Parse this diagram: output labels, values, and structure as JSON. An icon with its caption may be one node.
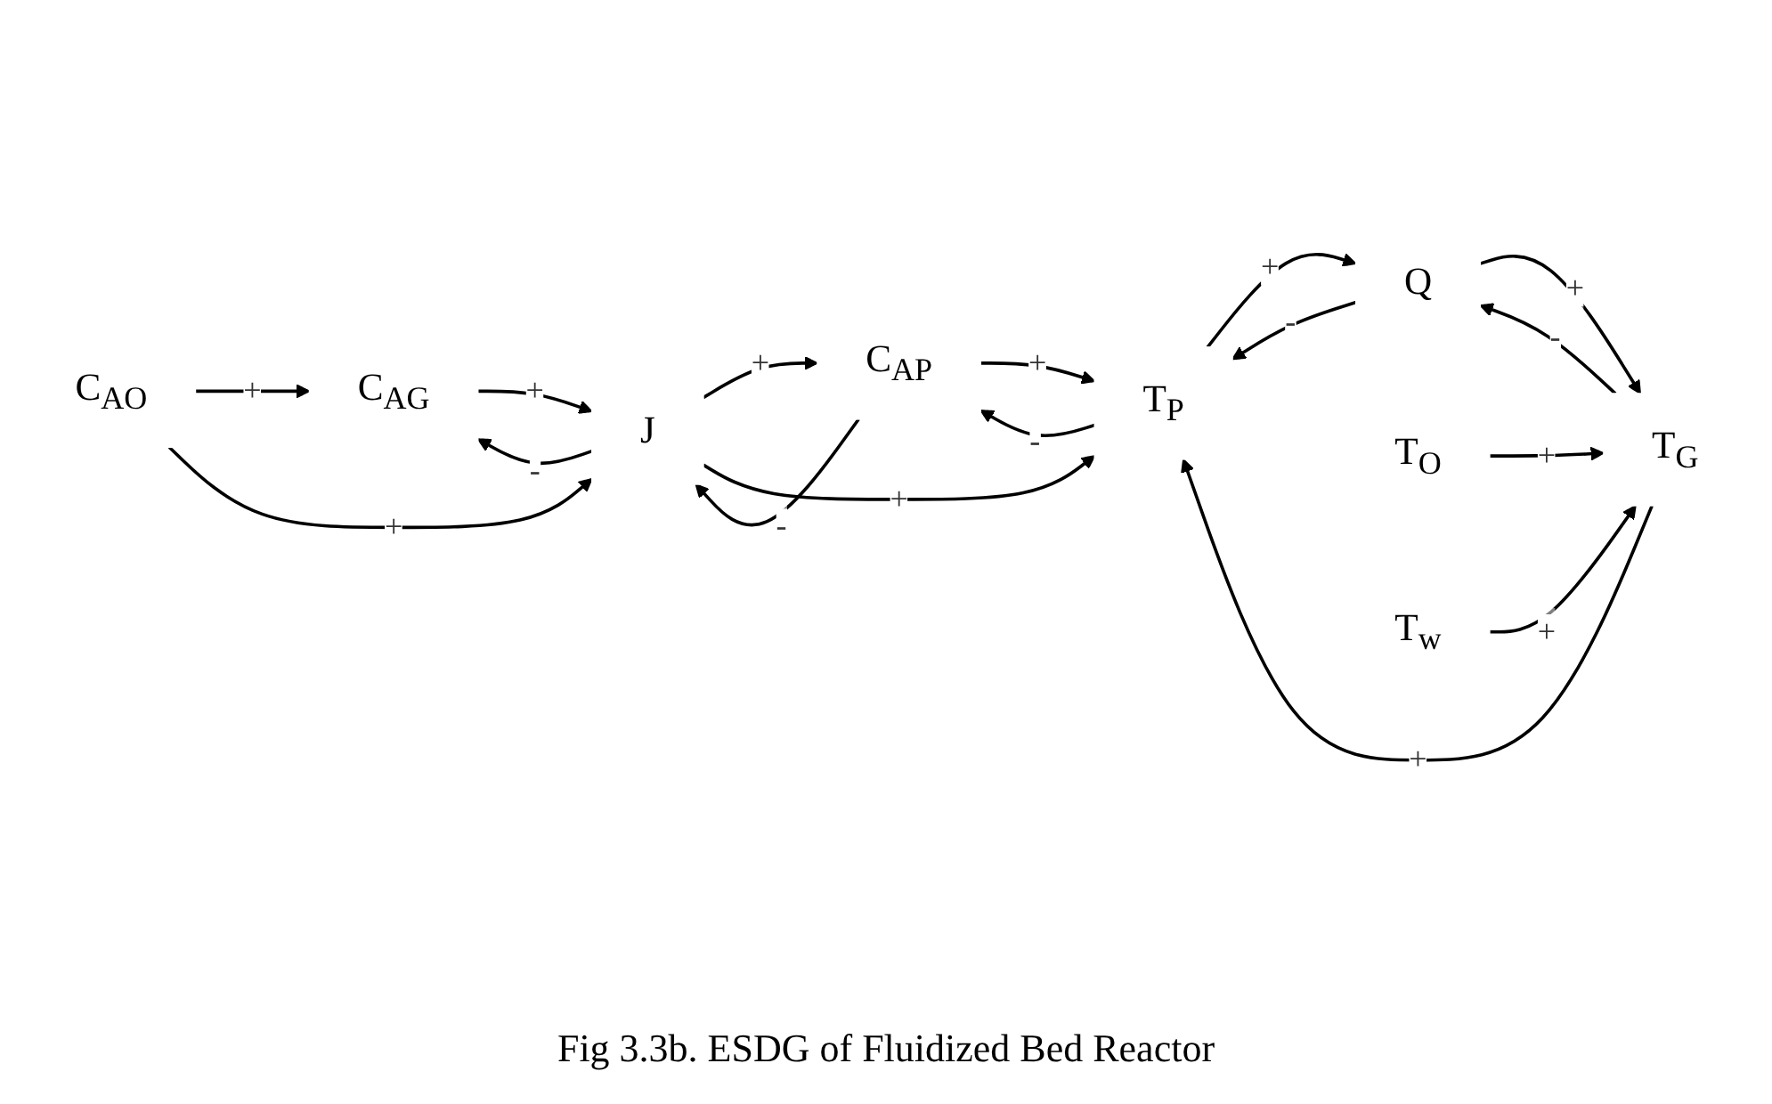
{
  "diagram": {
    "caption": "Fig 3.3b. ESDG of Fluidized Bed Reactor",
    "nodes": [
      {
        "text": [
          "C$_{AO}$"
        ]
      },
      {
        "text": [
          "C$_{AG}$"
        ]
      },
      {
        "text": [
          "J"
        ]
      },
      {
        "text": [
          "C$_{AP}$"
        ]
      },
      {
        "text": [
          "T$_{P}$"
        ]
      },
      {
        "text": [
          "Q"
        ]
      },
      {
        "text": [
          "T$_{G}$"
        ]
      },
      {
        "text": [
          "T$_{O}$"
        ]
      },
      {
        "text": [
          "T$_{w}$"
        ]
      }
    ],
    "edges": [
      {
        "from": 0,
        "to": 1,
        "arrow": "to",
        "label": "+"
      },
      {
        "from": 1,
        "to": 2,
        "arrow": "to",
        "label": "+"
      },
      {
        "from": 2,
        "to": 1,
        "arrow": "to",
        "label": "-"
      },
      {
        "from": 2,
        "to": 3,
        "arrow": "to",
        "label": "+"
      },
      {
        "from": 3,
        "to": 2,
        "arrow": "to",
        "label": "-"
      },
      {
        "from": 3,
        "to": 4,
        "arrow": "to",
        "label": "+"
      },
      {
        "from": 4,
        "to": 3,
        "arrow": "to",
        "label": "-"
      },
      {
        "from": 4,
        "to": 5,
        "arrow": "to",
        "label": "+"
      },
      {
        "from": 5,
        "to": 4,
        "arrow": "to",
        "label": "-"
      },
      {
        "from": 5,
        "to": 6,
        "arrow": "to",
        "label": "+"
      },
      {
        "from": 6,
        "to": 5,
        "arrow": "to",
        "label": "-"
      },
      {
        "from": 0,
        "to": 2,
        "arrow": "to",
        "label": "+"
      },
      {
        "from": 2,
        "to": 4,
        "arrow": "to",
        "label": "+"
      },
      {
        "from": 6,
        "to": 4,
        "arrow": "to",
        "label": "+"
      },
      {
        "from": 7,
        "to": 6,
        "arrow": "to",
        "label": "+"
      },
      {
        "from": 8,
        "to": 6,
        "arrow": "to",
        "label": "+"
      }
    ]
  }
}
